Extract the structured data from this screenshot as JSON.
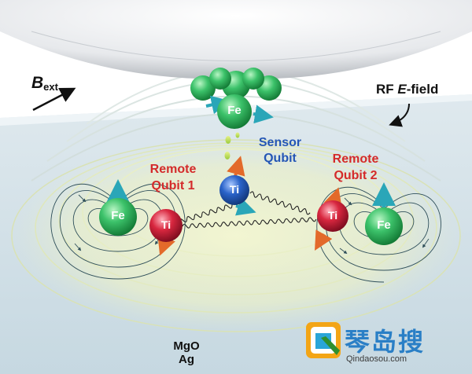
{
  "labels": {
    "b_ext_main": "B",
    "b_ext_sub": "ext",
    "rf_field_prefix": "RF ",
    "rf_field_italic": "E",
    "rf_field_suffix": "-field",
    "sensor_line1": "Sensor",
    "sensor_line2": "Qubit",
    "remote1_line1": "Remote",
    "remote1_line2": "Qubit 1",
    "remote2_line1": "Remote",
    "remote2_line2": "Qubit 2",
    "substrate_top": "MgO",
    "substrate_bottom": "Ag"
  },
  "atoms": {
    "tip_fe": "Fe",
    "sensor_ti": "Ti",
    "remote1_ti": "Ti",
    "remote2_ti": "Ti",
    "left_fe": "Fe",
    "right_fe": "Fe"
  },
  "watermark": {
    "cn": "琴岛搜",
    "url": "Qindaosou.com"
  },
  "colors": {
    "fe_green": "#3cc26a",
    "ti_blue": "#2a63c9",
    "ti_red": "#d8273f",
    "label_red": "#d42a2a",
    "label_blue": "#2456b5",
    "spin_arrow": "#2aa6b8",
    "ring_yellow": "#e9edb0",
    "substrate": "#c9dde6"
  }
}
